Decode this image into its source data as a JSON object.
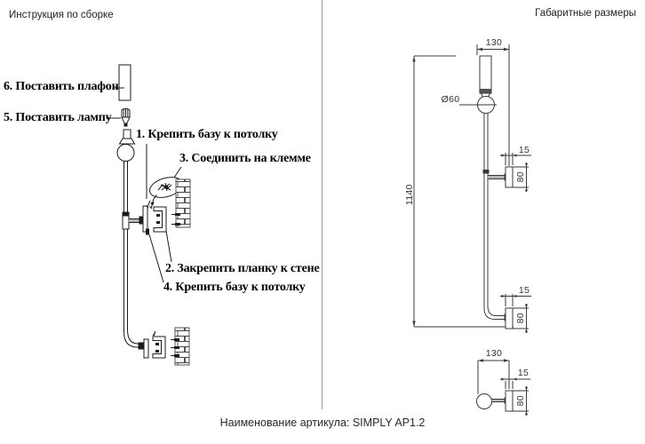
{
  "left_panel": {
    "title": "Инструкция по сборке",
    "steps": {
      "step6": "6. Поставить плафон",
      "step5": "5. Поставить лампу",
      "step1": "1. Крепить базу к потолку",
      "step3": "3. Соединить на клемме",
      "step2": "2. Закрепить планку к стене",
      "step4": "4. Крепить базу к потолку"
    }
  },
  "right_panel": {
    "title": "Габаритные размеры",
    "dims": {
      "top_width": "130",
      "ball_dia": "Ø60",
      "total_height": "1140",
      "upper_offset": "15",
      "upper_plate": "80",
      "lower_offset": "15",
      "lower_plate": "80",
      "bottom_width": "130",
      "bottom_offset": "15",
      "bottom_plate": "80"
    }
  },
  "footer": {
    "article": "Наименование артикула: SIMPLY AP1.2"
  },
  "colors": {
    "ink": "#1c1c1c",
    "cad_line": "#3a3a3a",
    "divider": "#999999"
  }
}
